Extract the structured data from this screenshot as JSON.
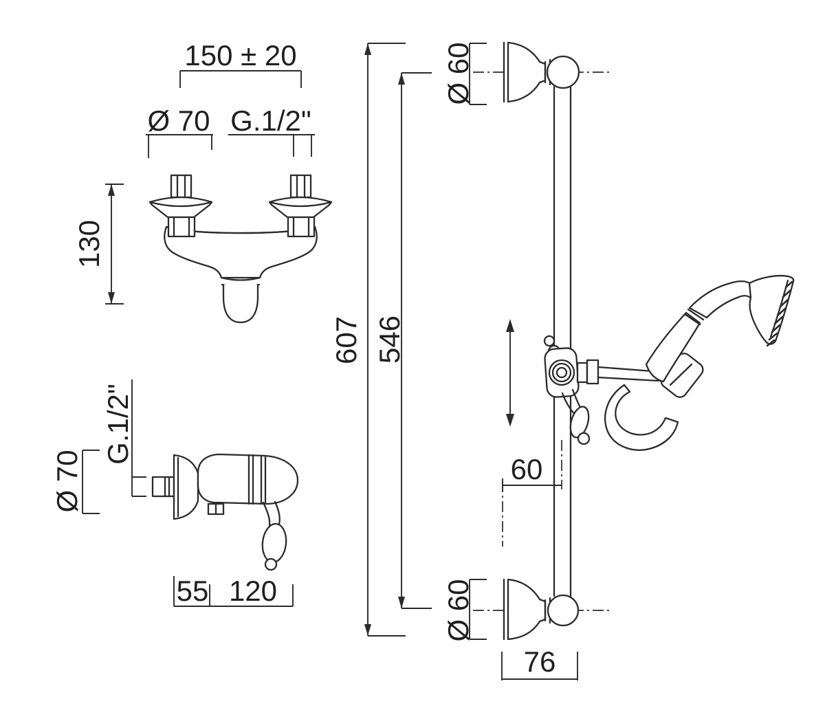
{
  "meta": {
    "description": "Technical dimension drawing of a wall-mounted shower mixer with hand shower slide rail"
  },
  "colors": {
    "line": "#2b2b2b",
    "text": "#1f1f1f",
    "background": "#ffffff"
  },
  "front_view": {
    "span": "150 ± 20",
    "flange_diameter": "Ø 70",
    "thread": "G.1/2\"",
    "height": "130"
  },
  "side_view": {
    "thread": "G.1/2\"",
    "flange_diameter": "Ø 70",
    "wall_offset": "55",
    "body_depth": "120"
  },
  "slide_rail": {
    "overall_length": "607",
    "mount_centers": "546",
    "top_cup_diameter": "Ø 60",
    "handset_offset": "60",
    "bottom_cup_diameter": "Ø 60",
    "cup_depth": "76"
  }
}
